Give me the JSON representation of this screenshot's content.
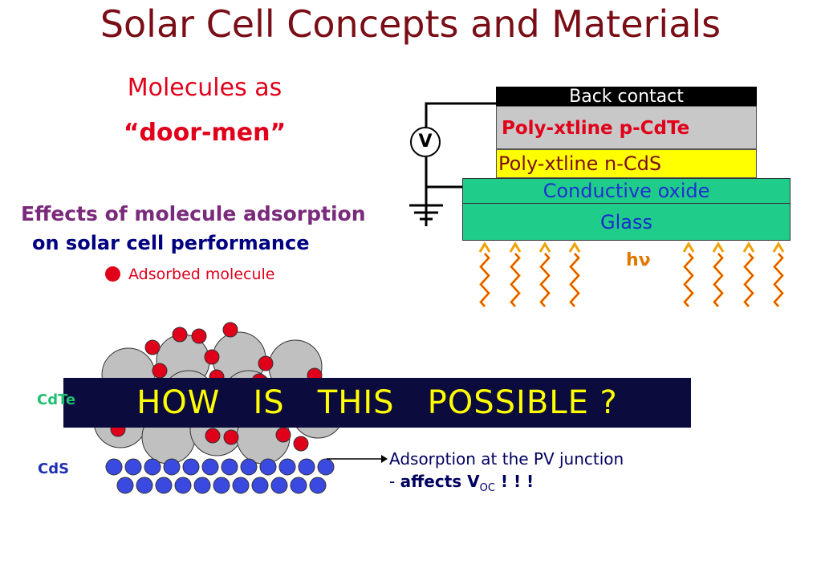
{
  "title": "Solar Cell Concepts and Materials",
  "molecules": {
    "line1": "Molecules as",
    "line2": "“door-men”"
  },
  "effects": {
    "line1": "Effects of molecule adsorption",
    "line2": "on solar cell performance"
  },
  "legend": {
    "label": "Adsorbed molecule",
    "color": "#e0001a"
  },
  "layers": {
    "back_contact": "Back contact",
    "cdte": "Poly-xtline p-CdTe",
    "cds": "Poly-xtline n-CdS",
    "oxide": "Conductive oxide",
    "glass": "Glass"
  },
  "voltmeter": "V",
  "light_label": "hν",
  "banner": "HOW   IS   THIS   POSSIBLE ?",
  "side_labels": {
    "cdte": "CdTe",
    "cds": "CdS"
  },
  "junction": {
    "line1": "Adsorption at the PV junction",
    "line2_prefix": "- ",
    "line2_bold": "affects V",
    "line2_sub": "OC",
    "line2_suffix": " ! ! !"
  },
  "colors": {
    "title": "#7a0e16",
    "molecule": "#e0001a",
    "cds_grain": "#3a4ae0",
    "cdte_grain": "#c0c0c0",
    "banner_bg": "#0b0b3d",
    "banner_text": "#ffff00"
  }
}
